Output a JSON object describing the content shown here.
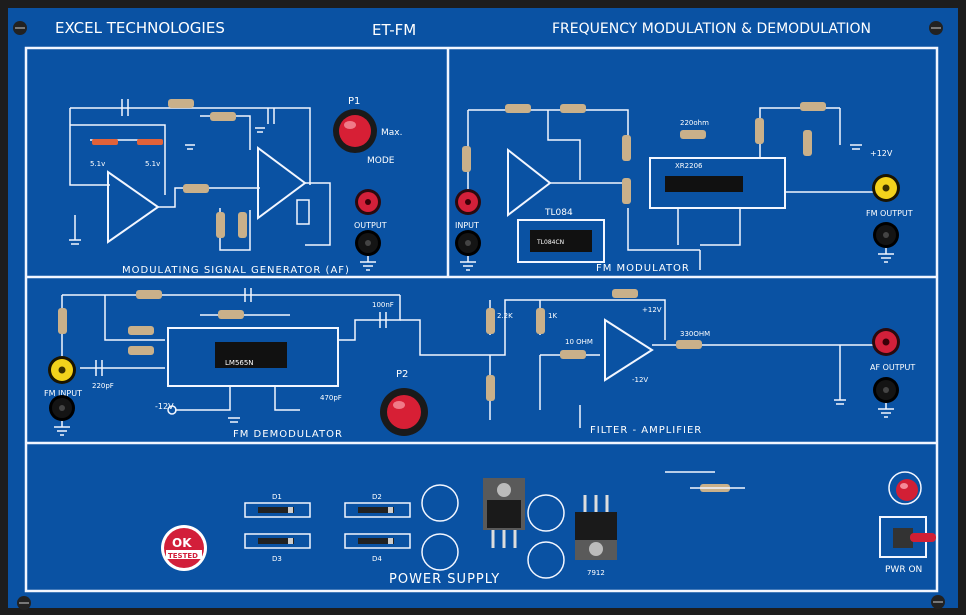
{
  "header": {
    "brand": "EXCEL TECHNOLOGIES",
    "model": "ET-FM",
    "title": "FREQUENCY MODULATION & DEMODULATION"
  },
  "sections": {
    "modulating": "MODULATING SIGNAL GENERATOR (AF)",
    "fm_modulator": "FM MODULATOR",
    "fm_demodulator": "FM DEMODULATOR",
    "filter": "FILTER - AMPLIFIER",
    "power": "POWER SUPPLY"
  },
  "labels": {
    "p1": "P1",
    "p1_max": "Max.",
    "p1_mode": "MODE",
    "output": "OUTPUT",
    "input": "INPUT",
    "tl084": "TL084",
    "xr2206": "XR2206",
    "r220": "220ohm",
    "plus12v_a": "+12V",
    "fm_output": "FM OUTPUT",
    "fm_input": "FM INPUT",
    "ic_lm565": "LM565N",
    "minus12v": "-12V",
    "c470": "470pF",
    "c220": "220pF",
    "c100n": "100nF",
    "p2": "P2",
    "r22k": "2.2K",
    "r1k": "1K",
    "r10ohm": "10 OHM",
    "r330": "330OHM",
    "plus12v_b": "+12V",
    "minus12v_b": "-12V",
    "af_output": "AF OUTPUT",
    "d1": "D1",
    "d2": "D2",
    "d3": "D3",
    "d4": "D4",
    "ic_7912": "7912",
    "pwr_on": "PWR ON",
    "ok": "OK",
    "tested": "TESTED",
    "z5": "5.1v",
    "z5b": "5.1v",
    "tl084_chip": "TL084CN"
  },
  "colors": {
    "panel": "#0a52a3",
    "border": "#1a1a1a",
    "line": "#f2f6ff",
    "socket_red": "#d3203a",
    "socket_yellow": "#f3d21c",
    "socket_black": "#141414",
    "knob_red": "#d71f35"
  }
}
